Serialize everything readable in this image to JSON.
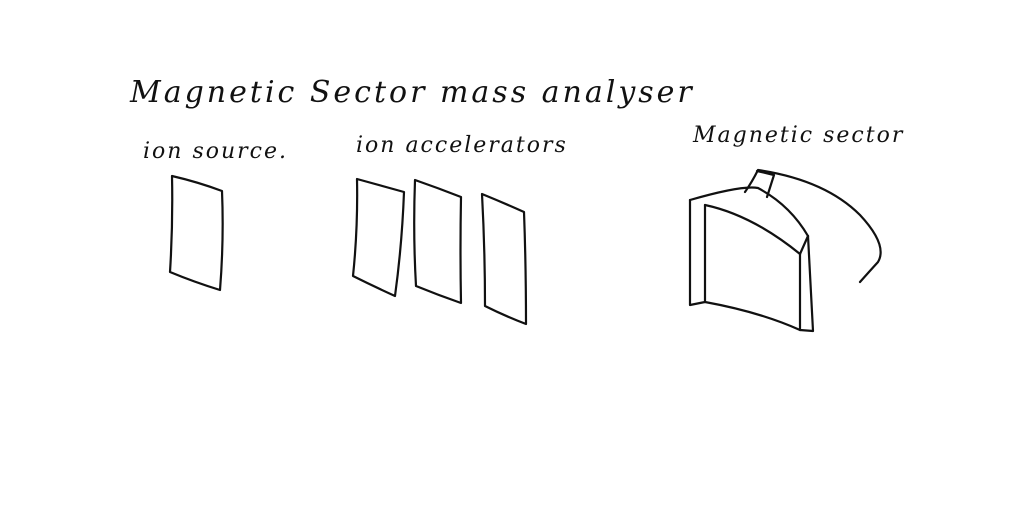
{
  "title": "Magnetic Sector mass analyser",
  "labels": {
    "ion_source": "ion source.",
    "ion_accelerators": "ion accelerators",
    "magnetic_sector": "Magnetic sector"
  },
  "colors": {
    "background": "#ffffff",
    "ink": "#111111"
  }
}
